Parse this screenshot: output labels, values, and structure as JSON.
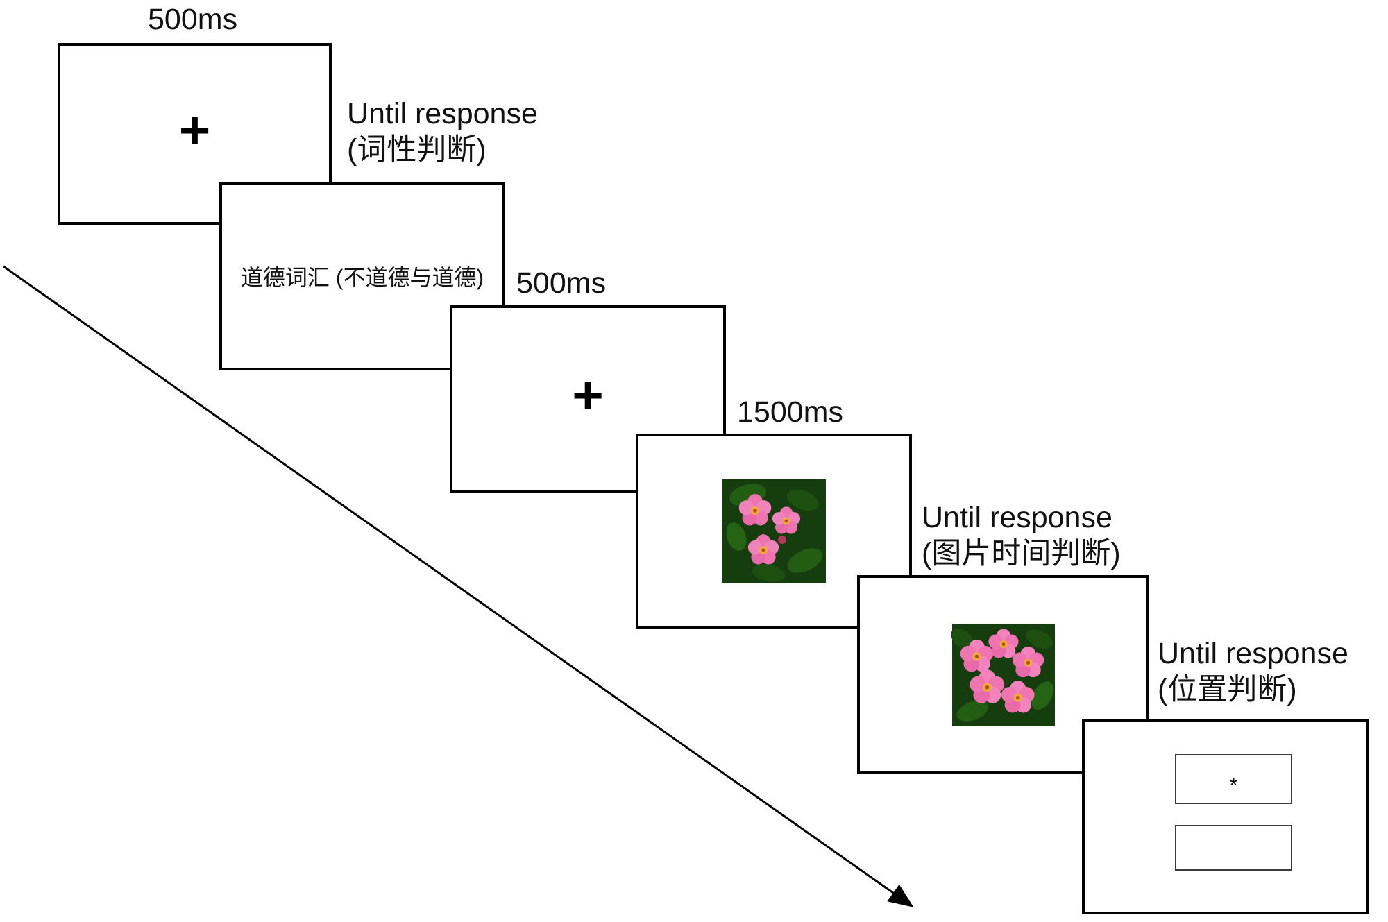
{
  "figure": {
    "description_labels": {
      "until_response": "Until response"
    },
    "colors": {
      "screen_border": "#000000",
      "background": "#ffffff",
      "flower_pink": "#ee74b2",
      "flower_center": "#f2a93b",
      "leaf_green": "#153d0e"
    }
  },
  "screens": [
    {
      "name": "fixation-1",
      "label": "500ms",
      "symbol": "+"
    },
    {
      "name": "moral-word-judgment",
      "label_line1": "Until response",
      "label_line2": "(词性判断)",
      "stimulus_text": "道德词汇 (不道德与道德)"
    },
    {
      "name": "fixation-2",
      "label": "500ms",
      "symbol": "+"
    },
    {
      "name": "picture-presentation",
      "label": "1500ms"
    },
    {
      "name": "picture-time-judgment",
      "label_line1": "Until response",
      "label_line2": "(图片时间判断)"
    },
    {
      "name": "location-judgment",
      "label_line1": "Until response",
      "label_line2": "(位置判断)",
      "target_symbol": "*"
    }
  ]
}
